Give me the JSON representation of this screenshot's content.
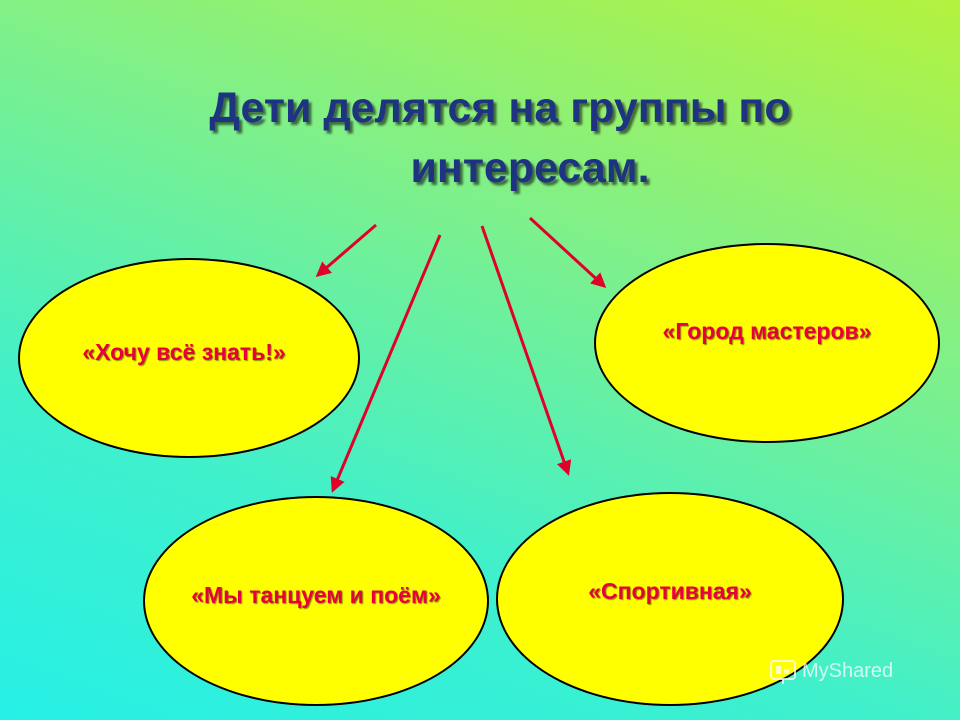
{
  "title": {
    "line1": "Дети делятся на группы по",
    "line2": "интересам."
  },
  "groups": [
    {
      "label": "«Хочу всё знать!»"
    },
    {
      "label": "«Город мастеров»"
    },
    {
      "label": "«Мы танцуем и поём»"
    },
    {
      "label": "«Спортивная»"
    }
  ],
  "colors": {
    "ellipse_fill": "#ffff00",
    "ellipse_text": "#e8003c",
    "title_text": "#1f3480",
    "arrow": "#e0002a"
  },
  "watermark": {
    "icon": "myshared-logo-icon",
    "text": "MyShared"
  }
}
